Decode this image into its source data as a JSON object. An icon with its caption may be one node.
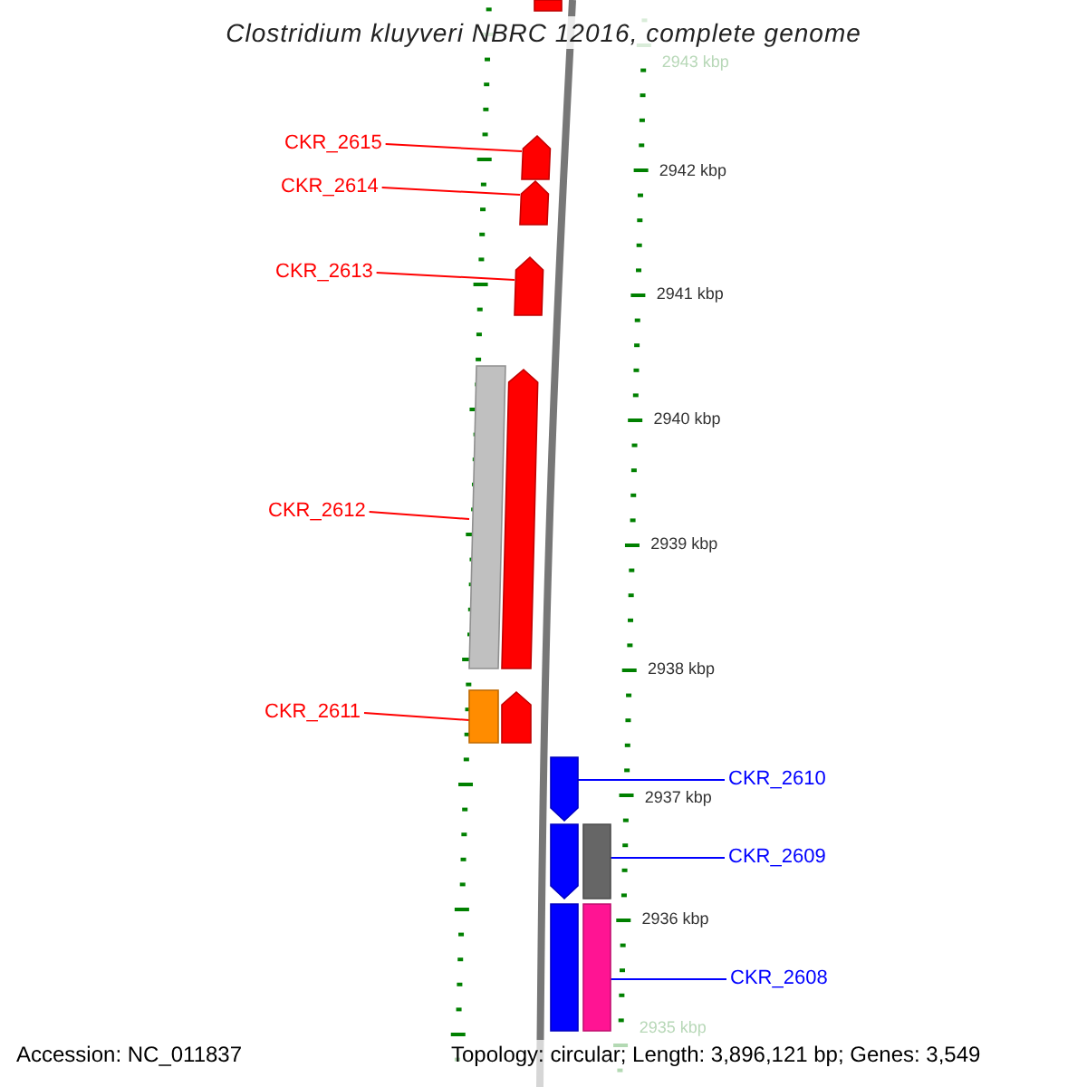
{
  "diagram": {
    "title": "Clostridium kluyveri NBRC 12016, complete genome",
    "nodes": [
      {
        "text": [],
        "shape": "bar"
      },
      {
        "text": [
          "CKR_2615"
        ]
      },
      {
        "text": [],
        "shape": "pentagon"
      },
      {
        "text": [
          "CKR_2614"
        ]
      },
      {
        "text": [],
        "shape": "pentagon"
      },
      {
        "text": [
          "CKR_2613"
        ]
      },
      {
        "text": [],
        "shape": "pentagon"
      },
      {
        "text": [],
        "shape": "bar"
      },
      {
        "text": [],
        "shape": "pentagon"
      },
      {
        "text": [
          "CKR_2612"
        ]
      },
      {
        "text": [
          "CKR_2611"
        ]
      },
      {
        "text": [],
        "shape": "bar"
      },
      {
        "text": [],
        "shape": "pentagon"
      },
      {
        "text": [],
        "shape": "pentagon"
      },
      {
        "text": [
          "CKR_2610"
        ]
      },
      {
        "text": [],
        "shape": "pentagon"
      },
      {
        "text": [],
        "shape": "bar"
      },
      {
        "text": [
          "CKR_2609"
        ]
      },
      {
        "text": [],
        "shape": "bar"
      },
      {
        "text": [],
        "shape": "bar"
      },
      {
        "text": [
          "CKR_2608"
        ]
      }
    ],
    "edges": [
      {
        "from": 1,
        "to": 2,
        "arrow": "none",
        "color": "#ff0000"
      },
      {
        "from": 3,
        "to": 4,
        "arrow": "none",
        "color": "#ff0000"
      },
      {
        "from": 5,
        "to": 6,
        "arrow": "none",
        "color": "#ff0000"
      },
      {
        "from": 9,
        "to": 7,
        "arrow": "none",
        "color": "#ff0000"
      },
      {
        "from": 10,
        "to": 11,
        "arrow": "none",
        "color": "#ff0000"
      },
      {
        "from": 14,
        "to": 13,
        "arrow": "none",
        "color": "#0000ff"
      },
      {
        "from": 17,
        "to": 16,
        "arrow": "none",
        "color": "#0000ff"
      },
      {
        "from": 20,
        "to": 19,
        "arrow": "none",
        "color": "#0000ff"
      }
    ],
    "labels": [
      "2943 kbp",
      "2942 kbp",
      "2941 kbp",
      "2940 kbp",
      "2939 kbp",
      "2938 kbp",
      "2937 kbp",
      "2936 kbp",
      "2935 kbp",
      "Accession: NC_011837",
      "Topology: circular; Length: 3,896,121 bp; Genes: 3,549"
    ]
  }
}
